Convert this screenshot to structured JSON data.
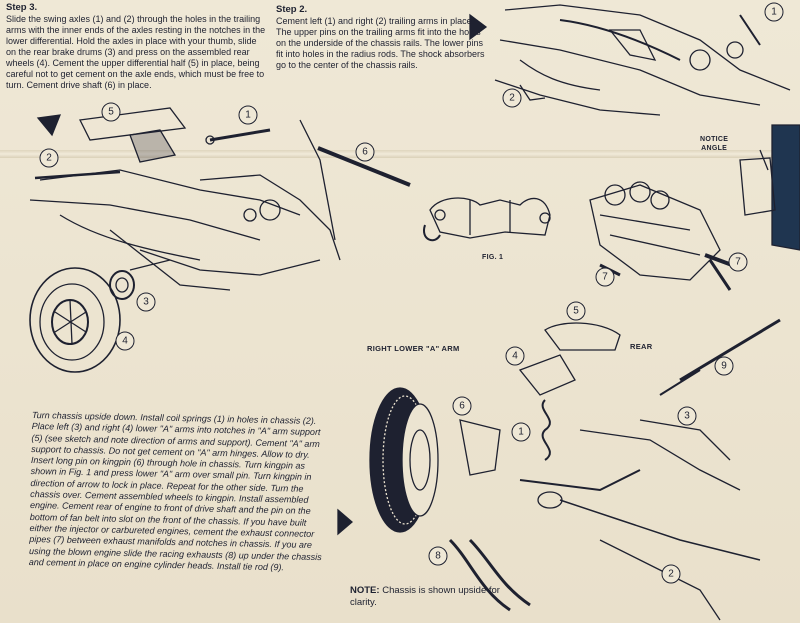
{
  "step3": {
    "title": "Step 3.",
    "body": "Slide the swing axles (1) and (2) through the holes in the trailing arms with the inner ends of the axles resting in the notches in the lower differential. Hold the axles in place with your thumb, slide on the rear brake drums (3) and press on the assembled rear wheels (4). Cement the upper differential half (5) in place, being careful not to get cement on the axle ends, which must be free to turn. Cement drive shaft (6) in place."
  },
  "step2": {
    "title": "Step 2.",
    "body": "Cement left (1) and right (2) trailing arms in place. The upper pins on the trailing arms fit into the holes on the underside of the chassis rails. The lower pins fit into holes in the radius rods. The shock absorbers go to the center of the chassis rails."
  },
  "front_assembly": {
    "body": "Turn chassis upside down. Install coil springs (1) in holes in chassis (2). Place left (3) and right (4) lower \"A\" arms into notches in \"A\" arm support (5) (see sketch and note direction of arms and support). Cement \"A\" arm support to chassis. Do not get cement on \"A\" arm hinges. Allow to dry. Insert long pin on kingpin (6) through hole in chassis. Turn kingpin as shown in Fig. 1 and press lower \"A\" arm over small pin. Turn kingpin in direction of arrow to lock in place. Repeat for the other side. Turn the chassis over. Cement assembled wheels to kingpin. Install assembled engine. Cement rear of engine to front of drive shaft and the pin on the bottom of fan belt into slot on the front of the chassis. If you have built either the injector or carbureted engines, cement the exhaust connector pipes (7) between exhaust manifolds and notches in chassis. If you are using the blown engine slide the racing exhausts (8) up under the chassis and cement in place on engine cylinder heads. Install tie rod (9)."
  },
  "note": {
    "label": "NOTE:",
    "text": "Chassis is shown upside for clarity."
  },
  "labels": {
    "right_lower_a_arm": "RIGHT LOWER \"A\" ARM",
    "rear": "REAR",
    "notice": "NOTICE",
    "angle": "ANGLE",
    "fig1": "FIG. 1"
  },
  "callouts": {
    "c1_top": "1",
    "c2_top": "2",
    "c5_rear": "5",
    "c1_rear": "1",
    "c6_rear": "6",
    "c2_rear": "2",
    "c3_rear": "3",
    "c4_rear": "4",
    "c7_left": "7",
    "c7_right": "7",
    "c5_front": "5",
    "c4_front": "4",
    "c9_front": "9",
    "c6_front": "6",
    "c1_front": "1",
    "c3_front": "3",
    "c8_front": "8",
    "c2_front": "2"
  },
  "colors": {
    "paper": "#ece4d1",
    "ink": "#1e2130",
    "accent_blue": "#1f3550"
  }
}
